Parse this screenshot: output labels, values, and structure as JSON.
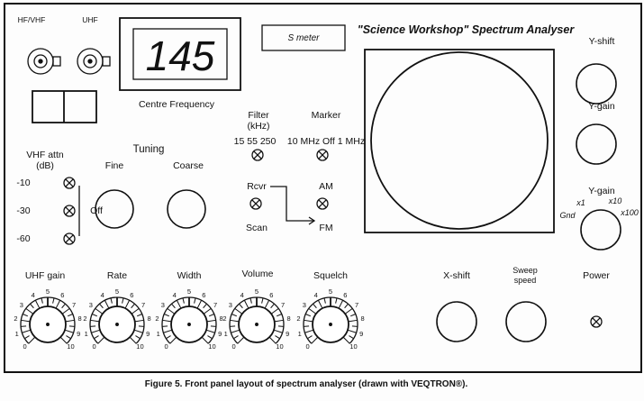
{
  "panel": {
    "connectors": [
      "HF/VHF",
      "UHF"
    ],
    "display_value": "145",
    "display_label": "Centre Frequency",
    "s_meter": "S meter",
    "title": "\"Science Workshop\" Spectrum Analyser",
    "right_controls": {
      "y_shift": "Y-shift",
      "y_gain_1": "Y-gain",
      "y_gain_2": "Y-gain",
      "y_gain_positions": [
        "Gnd",
        "x1",
        "x10",
        "x100"
      ]
    },
    "vhf_attn": {
      "label_1": "VHF attn",
      "label_2": "(dB)",
      "levels": [
        "-10",
        "-30",
        "-60"
      ],
      "off": "Off"
    },
    "tuning": {
      "label": "Tuning",
      "fine": "Fine",
      "coarse": "Coarse"
    },
    "filter": {
      "label_1": "Filter",
      "label_2": "(kHz)",
      "options": "15  55  250"
    },
    "marker": {
      "label": "Marker",
      "options": "10 MHz  Off  1 MHz"
    },
    "mode": {
      "rcvr": "Rcvr",
      "scan": "Scan",
      "am": "AM",
      "fm": "FM"
    },
    "dials": [
      "UHF gain",
      "Rate",
      "Width",
      "Volume",
      "Squelch"
    ],
    "dial_scale": [
      "0",
      "1",
      "2",
      "3",
      "4",
      "5",
      "6",
      "7",
      "8",
      "9",
      "10"
    ],
    "x_shift": "X-shift",
    "sweep_1": "Sweep",
    "sweep_2": "speed",
    "power": "Power"
  },
  "caption": "Figure 5. Front panel layout of spectrum analyser (drawn with VEQTRON®)."
}
